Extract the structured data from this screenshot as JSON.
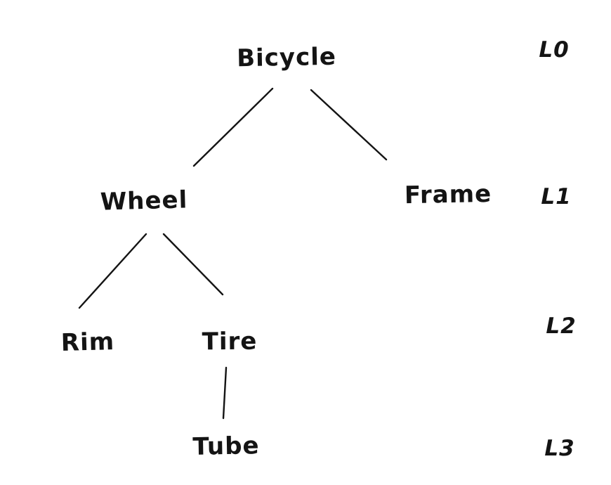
{
  "diagram": {
    "type": "tree",
    "style": "hand-drawn",
    "ink_color": "#141414",
    "background_color": "#ffffff",
    "nodes": {
      "bicycle": {
        "label": "Bicycle",
        "level": "L0"
      },
      "wheel": {
        "label": "Wheel",
        "level": "L1"
      },
      "frame": {
        "label": "Frame",
        "level": "L1"
      },
      "rim": {
        "label": "Rim",
        "level": "L2"
      },
      "tire": {
        "label": "Tire",
        "level": "L2"
      },
      "tube": {
        "label": "Tube",
        "level": "L3"
      }
    },
    "edges": [
      {
        "from": "Bicycle",
        "to": "Wheel"
      },
      {
        "from": "Bicycle",
        "to": "Frame"
      },
      {
        "from": "Wheel",
        "to": "Rim"
      },
      {
        "from": "Wheel",
        "to": "Tire"
      },
      {
        "from": "Tire",
        "to": "Tube"
      }
    ],
    "level_labels": {
      "l0": "L0",
      "l1": "L1",
      "l2": "L2",
      "l3": "L3"
    }
  }
}
